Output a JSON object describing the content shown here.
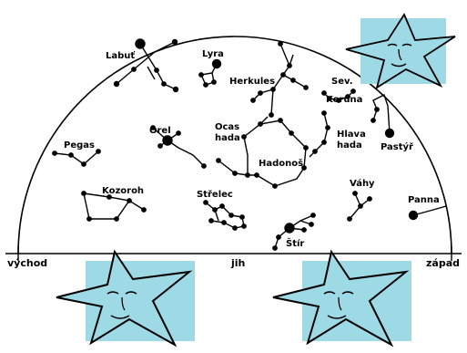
{
  "constellations": [
    {
      "id": "labut",
      "name": "Labuť"
    },
    {
      "id": "lyra",
      "name": "Lyra"
    },
    {
      "id": "herkules",
      "name": "Herkules"
    },
    {
      "id": "sev-koruna-1",
      "name": "Sev."
    },
    {
      "id": "sev-koruna-2",
      "name": "Koruna"
    },
    {
      "id": "oras-hada-1",
      "name": "Ocas"
    },
    {
      "id": "oras-hada-2",
      "name": "hada"
    },
    {
      "id": "orel",
      "name": "Orel"
    },
    {
      "id": "hadonos",
      "name": "Hadonoš"
    },
    {
      "id": "hlava-hada-1",
      "name": "Hlava"
    },
    {
      "id": "hlava-hada-2",
      "name": "hada"
    },
    {
      "id": "pastyr",
      "name": "Pastýř"
    },
    {
      "id": "pegas",
      "name": "Pegas"
    },
    {
      "id": "kozoroh",
      "name": "Kozoroh"
    },
    {
      "id": "strelec",
      "name": "Střelec"
    },
    {
      "id": "vahy",
      "name": "Váhy"
    },
    {
      "id": "panna",
      "name": "Panna"
    },
    {
      "id": "stir",
      "name": "Štír"
    }
  ],
  "directions": {
    "east": "východ",
    "south": "jih",
    "west": "západ"
  },
  "colors": {
    "star_fill": "#9ed9e6",
    "ink": "#000000"
  },
  "icons": [
    "star-face-icon"
  ]
}
